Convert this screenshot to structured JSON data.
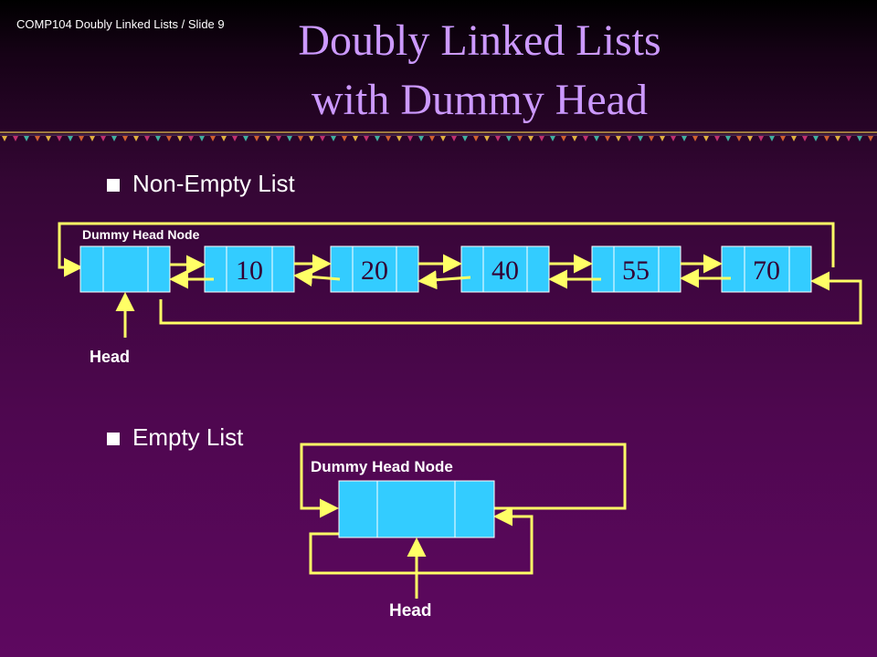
{
  "slide_label": "COMP104 Doubly Linked Lists / Slide 9",
  "title": {
    "line1": "Doubly Linked Lists",
    "line2": "with Dummy Head"
  },
  "bullets": {
    "non_empty": "Non-Empty List",
    "empty": "Empty List"
  },
  "non_empty_diagram": {
    "dummy_head_label": "Dummy Head Node",
    "head_label": "Head",
    "node_values": [
      "10",
      "20",
      "40",
      "55",
      "70"
    ]
  },
  "empty_diagram": {
    "dummy_head_label": "Dummy Head Node",
    "head_label": "Head"
  },
  "colors": {
    "title": "#cc99ff",
    "node_fill": "#33ccff",
    "arrow": "#ffff66",
    "text": "#ffffff"
  }
}
